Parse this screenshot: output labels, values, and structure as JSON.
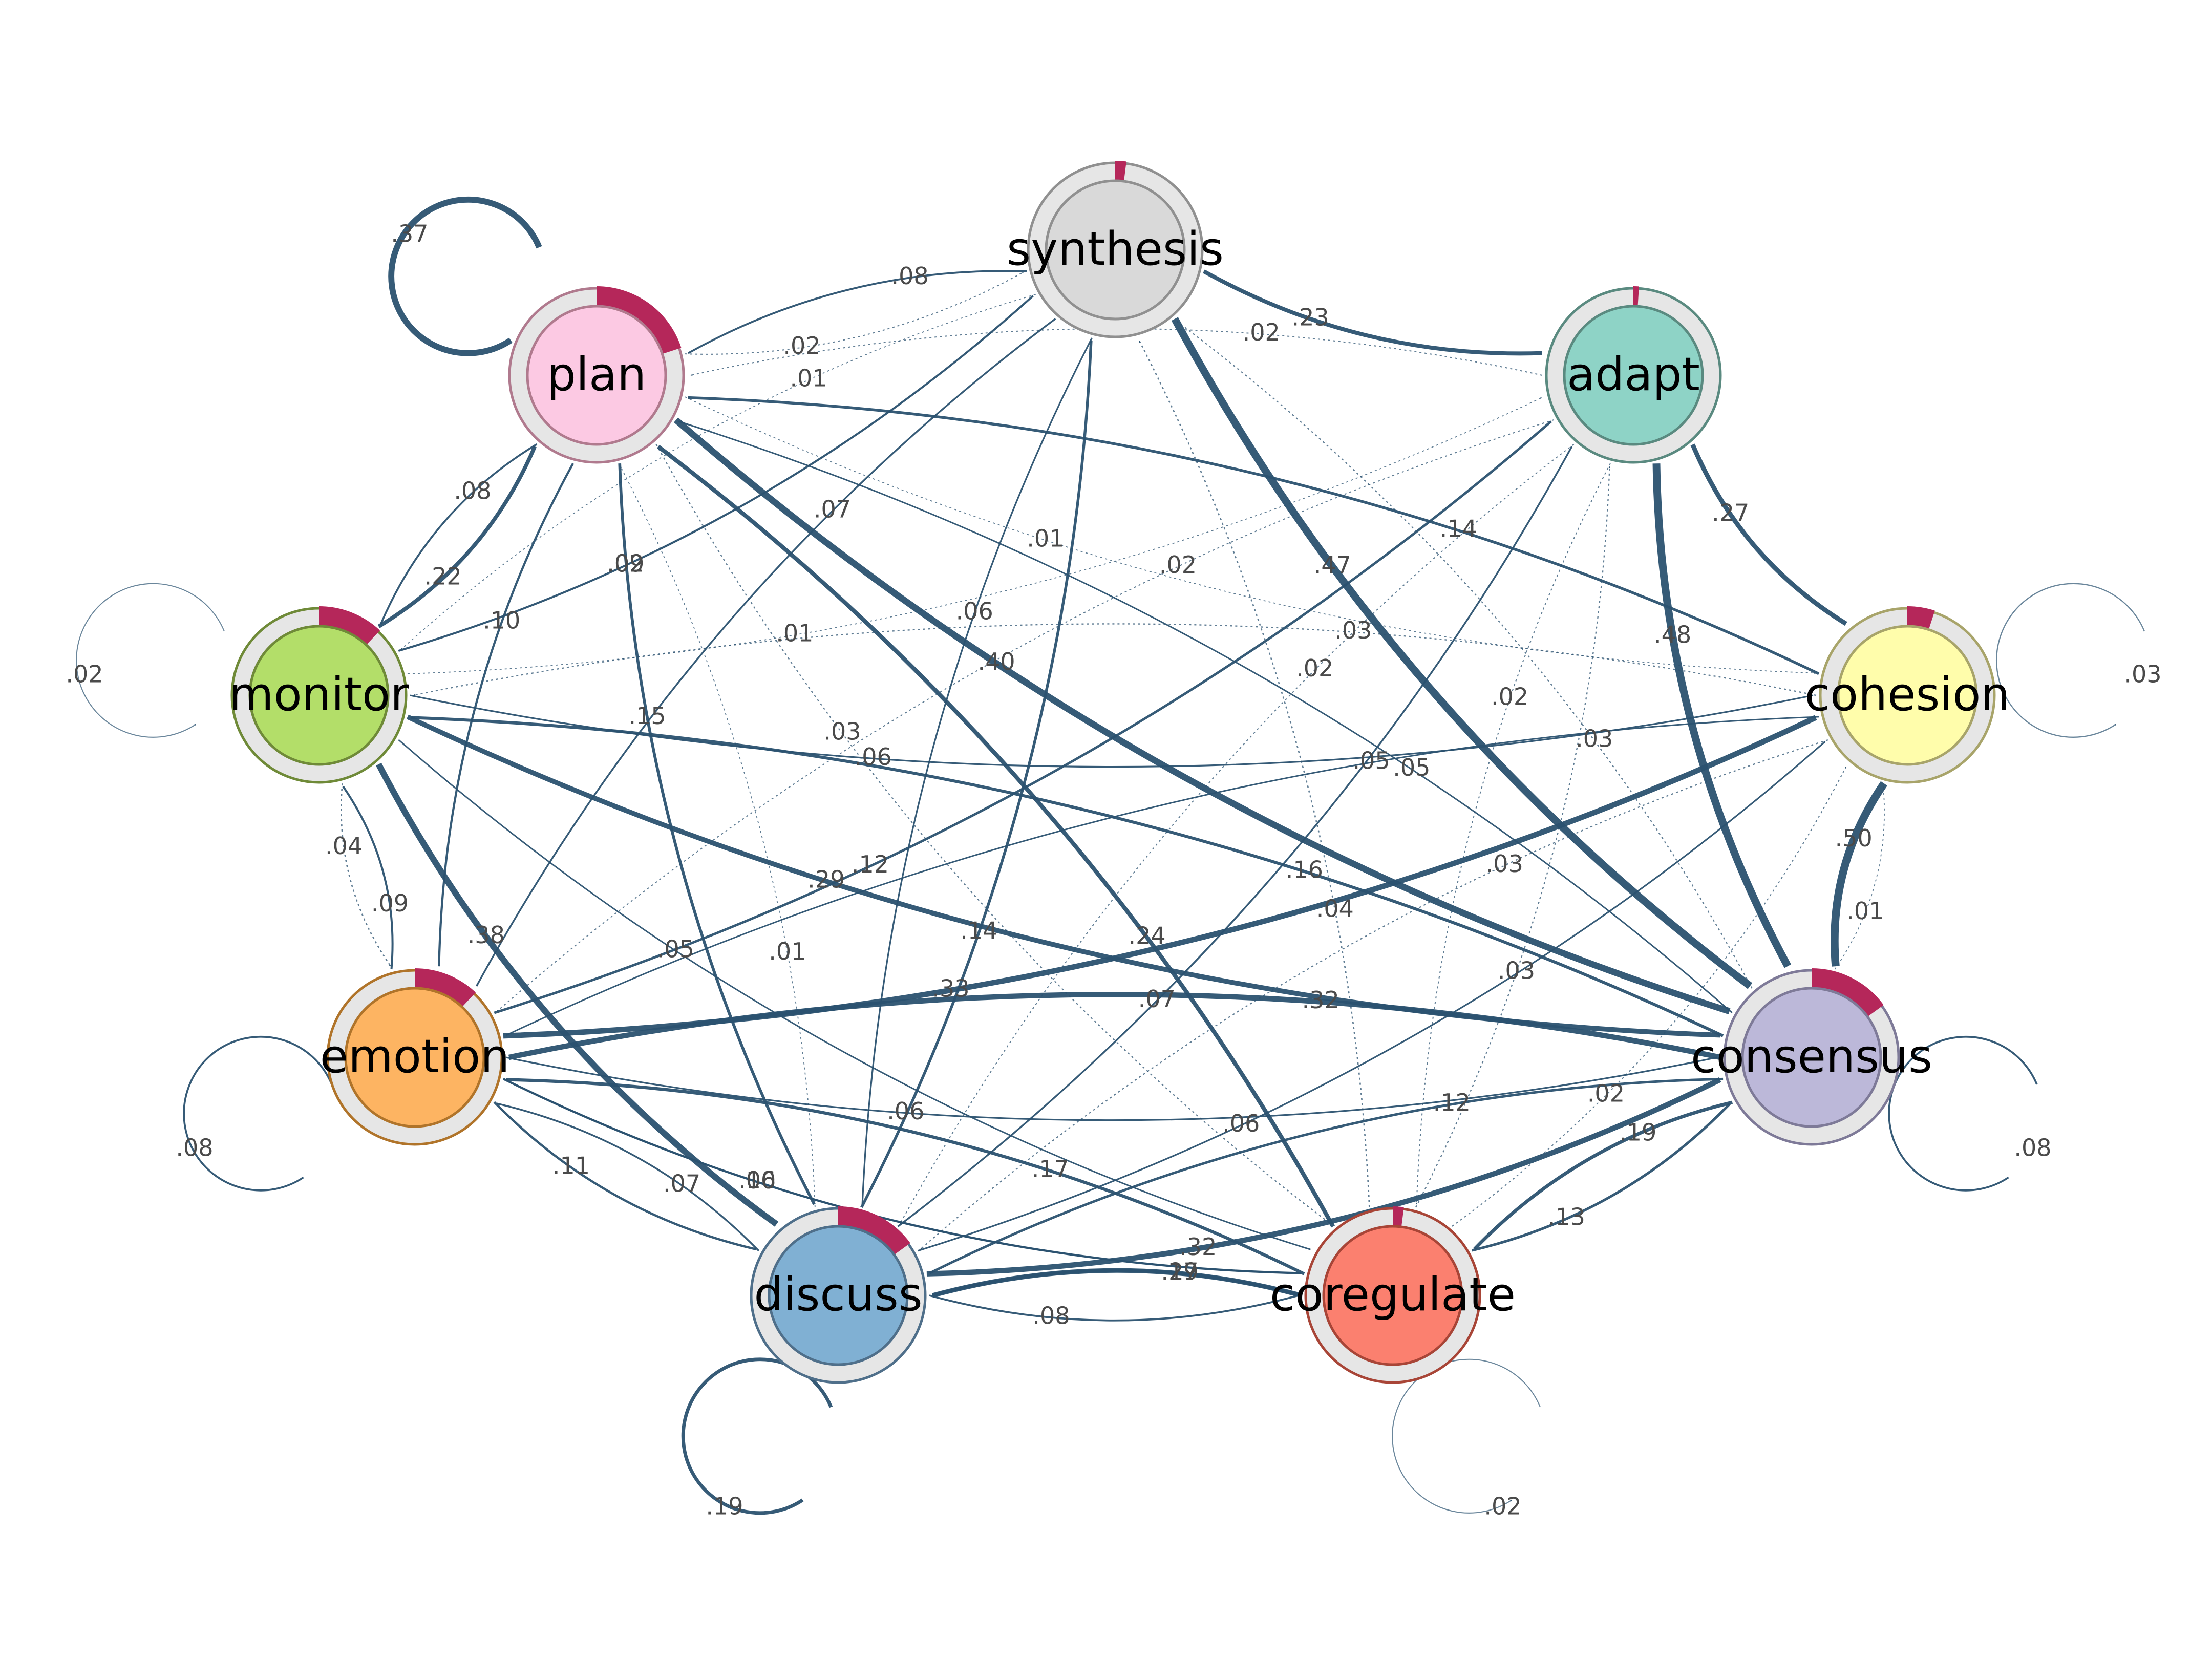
{
  "diagram": {
    "edge_color": "#2b5270",
    "pie_color": "#b5275a",
    "ring_color": "#e6e6e6",
    "nodes": [
      {
        "id": "plan",
        "label": "plan",
        "fill": "#fcc9e3",
        "border": "#b07a8e",
        "pie": 0.2
      },
      {
        "id": "synthesis",
        "label": "synthesis",
        "fill": "#d9d9d9",
        "border": "#909090",
        "pie": 0.02
      },
      {
        "id": "adapt",
        "label": "adapt",
        "fill": "#8ed3c6",
        "border": "#5a8a80",
        "pie": 0.01
      },
      {
        "id": "cohesion",
        "label": "cohesion",
        "fill": "#fffdab",
        "border": "#a8a46a",
        "pie": 0.05
      },
      {
        "id": "consensus",
        "label": "consensus",
        "fill": "#bcb8d9",
        "border": "#7e7a98",
        "pie": 0.15
      },
      {
        "id": "coregulate",
        "label": "coregulate",
        "fill": "#fb806f",
        "border": "#a84537",
        "pie": 0.02
      },
      {
        "id": "discuss",
        "label": "discuss",
        "fill": "#80b0d3",
        "border": "#4f6f8a",
        "pie": 0.15
      },
      {
        "id": "emotion",
        "label": "emotion",
        "fill": "#fdb462",
        "border": "#b0742a",
        "pie": 0.12
      },
      {
        "id": "monitor",
        "label": "monitor",
        "fill": "#b3de69",
        "border": "#6f8a38",
        "pie": 0.12
      }
    ],
    "self_loops": [
      {
        "node": "plan",
        "label": ".37"
      },
      {
        "node": "monitor",
        "label": ".02"
      },
      {
        "node": "emotion",
        "label": ".08"
      },
      {
        "node": "discuss",
        "label": ".19"
      },
      {
        "node": "coregulate",
        "label": ".02"
      },
      {
        "node": "consensus",
        "label": ".08"
      },
      {
        "node": "cohesion",
        "label": ".03"
      }
    ],
    "edges": [
      {
        "from": "synthesis",
        "to": "plan",
        "label": ".08"
      },
      {
        "from": "monitor",
        "to": "synthesis",
        "label": ".02"
      },
      {
        "from": "adapt",
        "to": "plan",
        "label": ".02"
      },
      {
        "from": "synthesis",
        "to": "adapt",
        "label": ".23"
      },
      {
        "from": "cohesion",
        "to": "plan",
        "label": ".14"
      },
      {
        "from": "plan",
        "to": "cohesion",
        "label": ".01"
      },
      {
        "from": "synthesis",
        "to": "monitor",
        "label": ".01"
      },
      {
        "from": "plan",
        "to": "coregulate",
        "label": ".03"
      },
      {
        "from": "consensus",
        "to": "synthesis",
        "label": ".03"
      },
      {
        "from": "plan",
        "to": "consensus",
        "label": ".40"
      },
      {
        "from": "discuss",
        "to": "synthesis",
        "label": ".14"
      },
      {
        "from": "adapt",
        "to": "cohesion",
        "label": ".27"
      },
      {
        "from": "monitor",
        "to": "plan",
        "label": ".22"
      },
      {
        "from": "plan",
        "to": "monitor",
        "label": ".08"
      },
      {
        "from": "plan",
        "to": "emotion",
        "label": ".10"
      },
      {
        "from": "monitor",
        "to": "adapt",
        "label": ".01"
      },
      {
        "from": "cohesion",
        "to": "monitor",
        "label": ".03"
      },
      {
        "from": "discuss",
        "to": "adapt",
        "label": ".07"
      },
      {
        "from": "adapt",
        "to": "emotion",
        "label": ".02"
      },
      {
        "from": "discuss",
        "to": "plan",
        "label": ".01"
      },
      {
        "from": "coregulate",
        "to": "plan",
        "label": ".24"
      },
      {
        "from": "coregulate",
        "to": "adapt",
        "label": ".03"
      },
      {
        "from": "coregulate",
        "to": "cohesion",
        "label": ".02"
      },
      {
        "from": "monitor",
        "to": "cohesion",
        "label": ".06"
      },
      {
        "from": "emotion",
        "to": "cohesion",
        "label": ".33"
      },
      {
        "from": "synthesis",
        "to": "consensus",
        "label": ".47"
      },
      {
        "from": "adapt",
        "to": "consensus",
        "label": ".48"
      },
      {
        "from": "consensus",
        "to": "cohesion",
        "label": ".01"
      },
      {
        "from": "cohesion",
        "to": "consensus",
        "label": ".50"
      },
      {
        "from": "synthesis",
        "to": "emotion",
        "label": ".07"
      },
      {
        "from": "plan",
        "to": "discuss",
        "label": ".15"
      },
      {
        "from": "monitor",
        "to": "emotion",
        "label": ".04"
      },
      {
        "from": "emotion",
        "to": "monitor",
        "label": ".09"
      },
      {
        "from": "monitor",
        "to": "consensus",
        "label": ".29"
      },
      {
        "from": "emotion",
        "to": "adapt",
        "label": ".12"
      },
      {
        "from": "cohesion",
        "to": "emotion",
        "label": ".05"
      },
      {
        "from": "monitor",
        "to": "coregulate",
        "label": ".05"
      },
      {
        "from": "monitor",
        "to": "discuss",
        "label": ".38"
      },
      {
        "from": "consensus",
        "to": "monitor",
        "label": ".16"
      },
      {
        "from": "consensus",
        "to": "emotion",
        "label": ".32"
      },
      {
        "from": "discuss",
        "to": "consensus",
        "label": ".32"
      },
      {
        "from": "coregulate",
        "to": "synthesis",
        "label": ".04"
      },
      {
        "from": "emotion",
        "to": "discuss",
        "label": ".11"
      },
      {
        "from": "coregulate",
        "to": "emotion",
        "label": ".17"
      },
      {
        "from": "emotion",
        "to": "coregulate",
        "label": ".10"
      },
      {
        "from": "discuss",
        "to": "coregulate",
        "label": ".08"
      },
      {
        "from": "coregulate",
        "to": "discuss",
        "label": ".19"
      },
      {
        "from": "consensus",
        "to": "discuss",
        "label": ".12"
      },
      {
        "from": "consensus",
        "to": "coregulate",
        "label": ".19"
      },
      {
        "from": "coregulate",
        "to": "consensus",
        "label": ".13"
      },
      {
        "from": "discuss",
        "to": "emotion",
        "label": ".07"
      },
      {
        "from": "emotion",
        "to": "consensus",
        "label": ".06"
      },
      {
        "from": "plan",
        "to": "synthesis",
        "label": ".02"
      },
      {
        "from": "cohesion",
        "to": "discuss",
        "label": ".03"
      },
      {
        "from": "discuss",
        "to": "cohesion",
        "label": ".06"
      },
      {
        "from": "synthesis",
        "to": "discuss",
        "label": ".06"
      },
      {
        "from": "monitor",
        "to": "synthesis",
        "label": ".09"
      },
      {
        "from": "emotion",
        "to": "coregulate",
        "label": ".06"
      },
      {
        "from": "coregulate",
        "to": "discuss",
        "label": ".27"
      },
      {
        "from": "consensus",
        "to": "plan",
        "label": ".05"
      },
      {
        "from": "adapt",
        "to": "discuss",
        "label": ".02"
      },
      {
        "from": "adapt",
        "to": "coregulate",
        "label": ".02"
      }
    ]
  }
}
